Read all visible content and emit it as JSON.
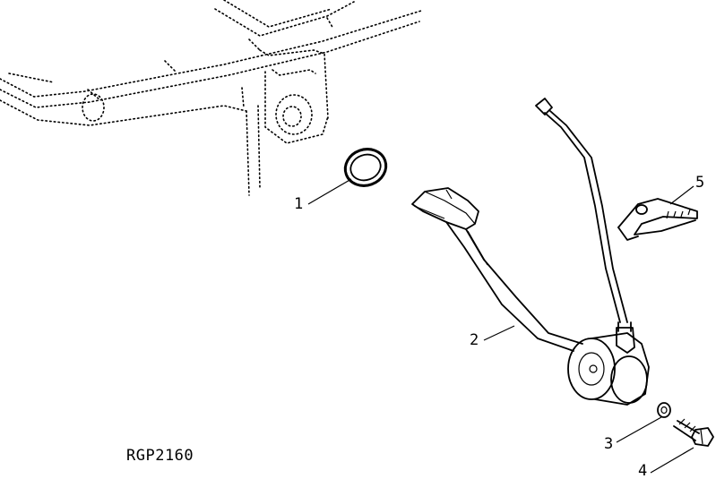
{
  "diagram": {
    "figure_code": "RGP2160",
    "callouts": [
      {
        "id": "1",
        "label": "1"
      },
      {
        "id": "2",
        "label": "2"
      },
      {
        "id": "3",
        "label": "3"
      },
      {
        "id": "4",
        "label": "4"
      },
      {
        "id": "5",
        "label": "5"
      }
    ]
  }
}
